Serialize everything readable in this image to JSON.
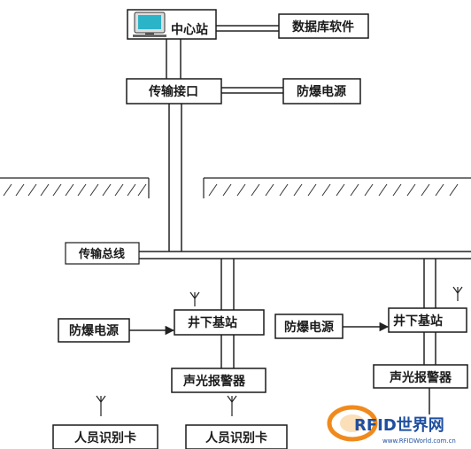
{
  "nodes": {
    "center_station": "中心站",
    "database_software": "数据库软件",
    "transmission_interface": "传输接口",
    "explosion_proof_power_top": "防爆电源",
    "transmission_bus": "传输总线",
    "explosion_proof_power_left": "防爆电源",
    "underground_base_station_left": "井下基站",
    "explosion_proof_power_right": "防爆电源",
    "underground_base_station_right": "井下基站",
    "audible_visual_alarm_left": "声光报警器",
    "audible_visual_alarm_right": "声光报警器",
    "personnel_id_card_1": "人员识别卡",
    "personnel_id_card_2": "人员识别卡"
  },
  "watermark": {
    "logo_text": "RFID世界网",
    "url_text": "www.RFIDWorld.com.cn"
  },
  "colors": {
    "line": "#222222",
    "box_border": "#1a1a1a",
    "monitor_screen": "#2bb3c8",
    "watermark_orange": "#f08a1c",
    "watermark_blue": "#1f4fa0"
  }
}
